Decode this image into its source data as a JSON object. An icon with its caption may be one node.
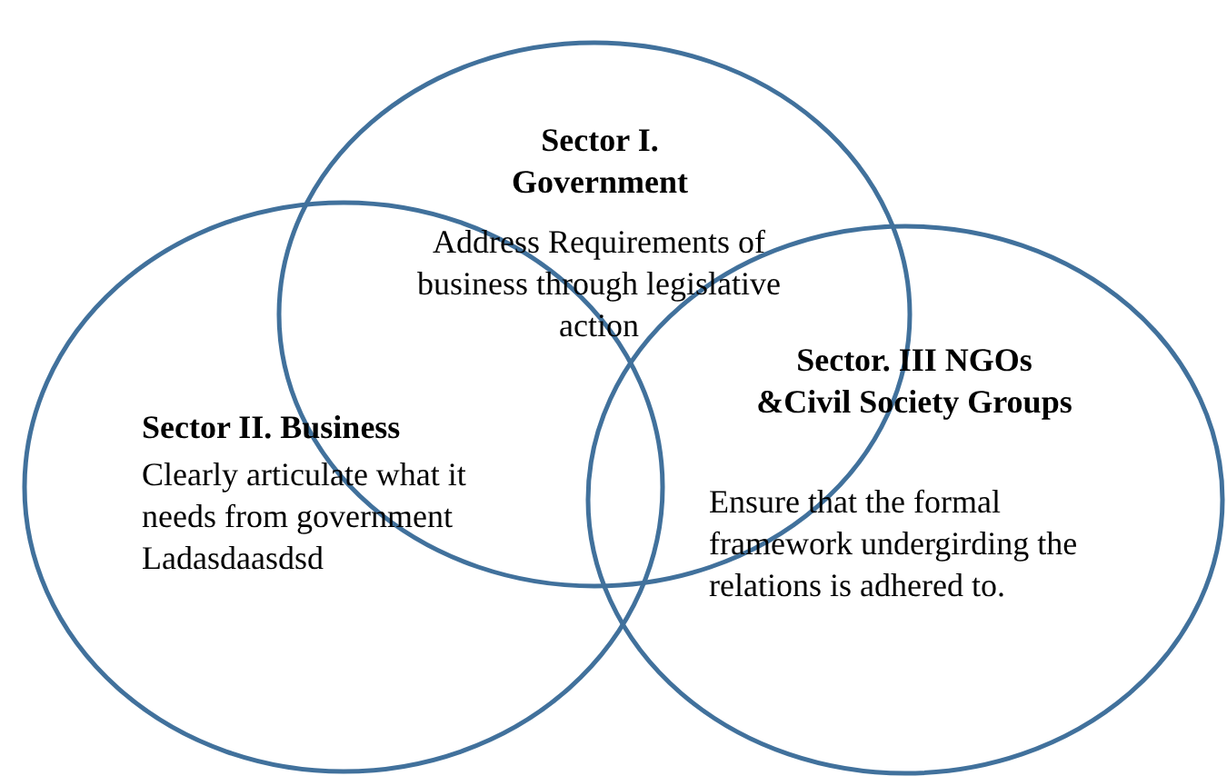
{
  "diagram": {
    "nodes": [
      {
        "text": [
          "Sector I. Government",
          "Address Requirements of business through legislative action"
        ]
      },
      {
        "text": [
          "Sector II. Business",
          "Clearly articulate what it needs from government Ladasdaasdsd"
        ]
      },
      {
        "text": [
          "Sector. III NGOs &Civil Society Groups",
          "Ensure that the formal framework undergirding the relations is adhered to."
        ]
      }
    ],
    "edges": []
  }
}
